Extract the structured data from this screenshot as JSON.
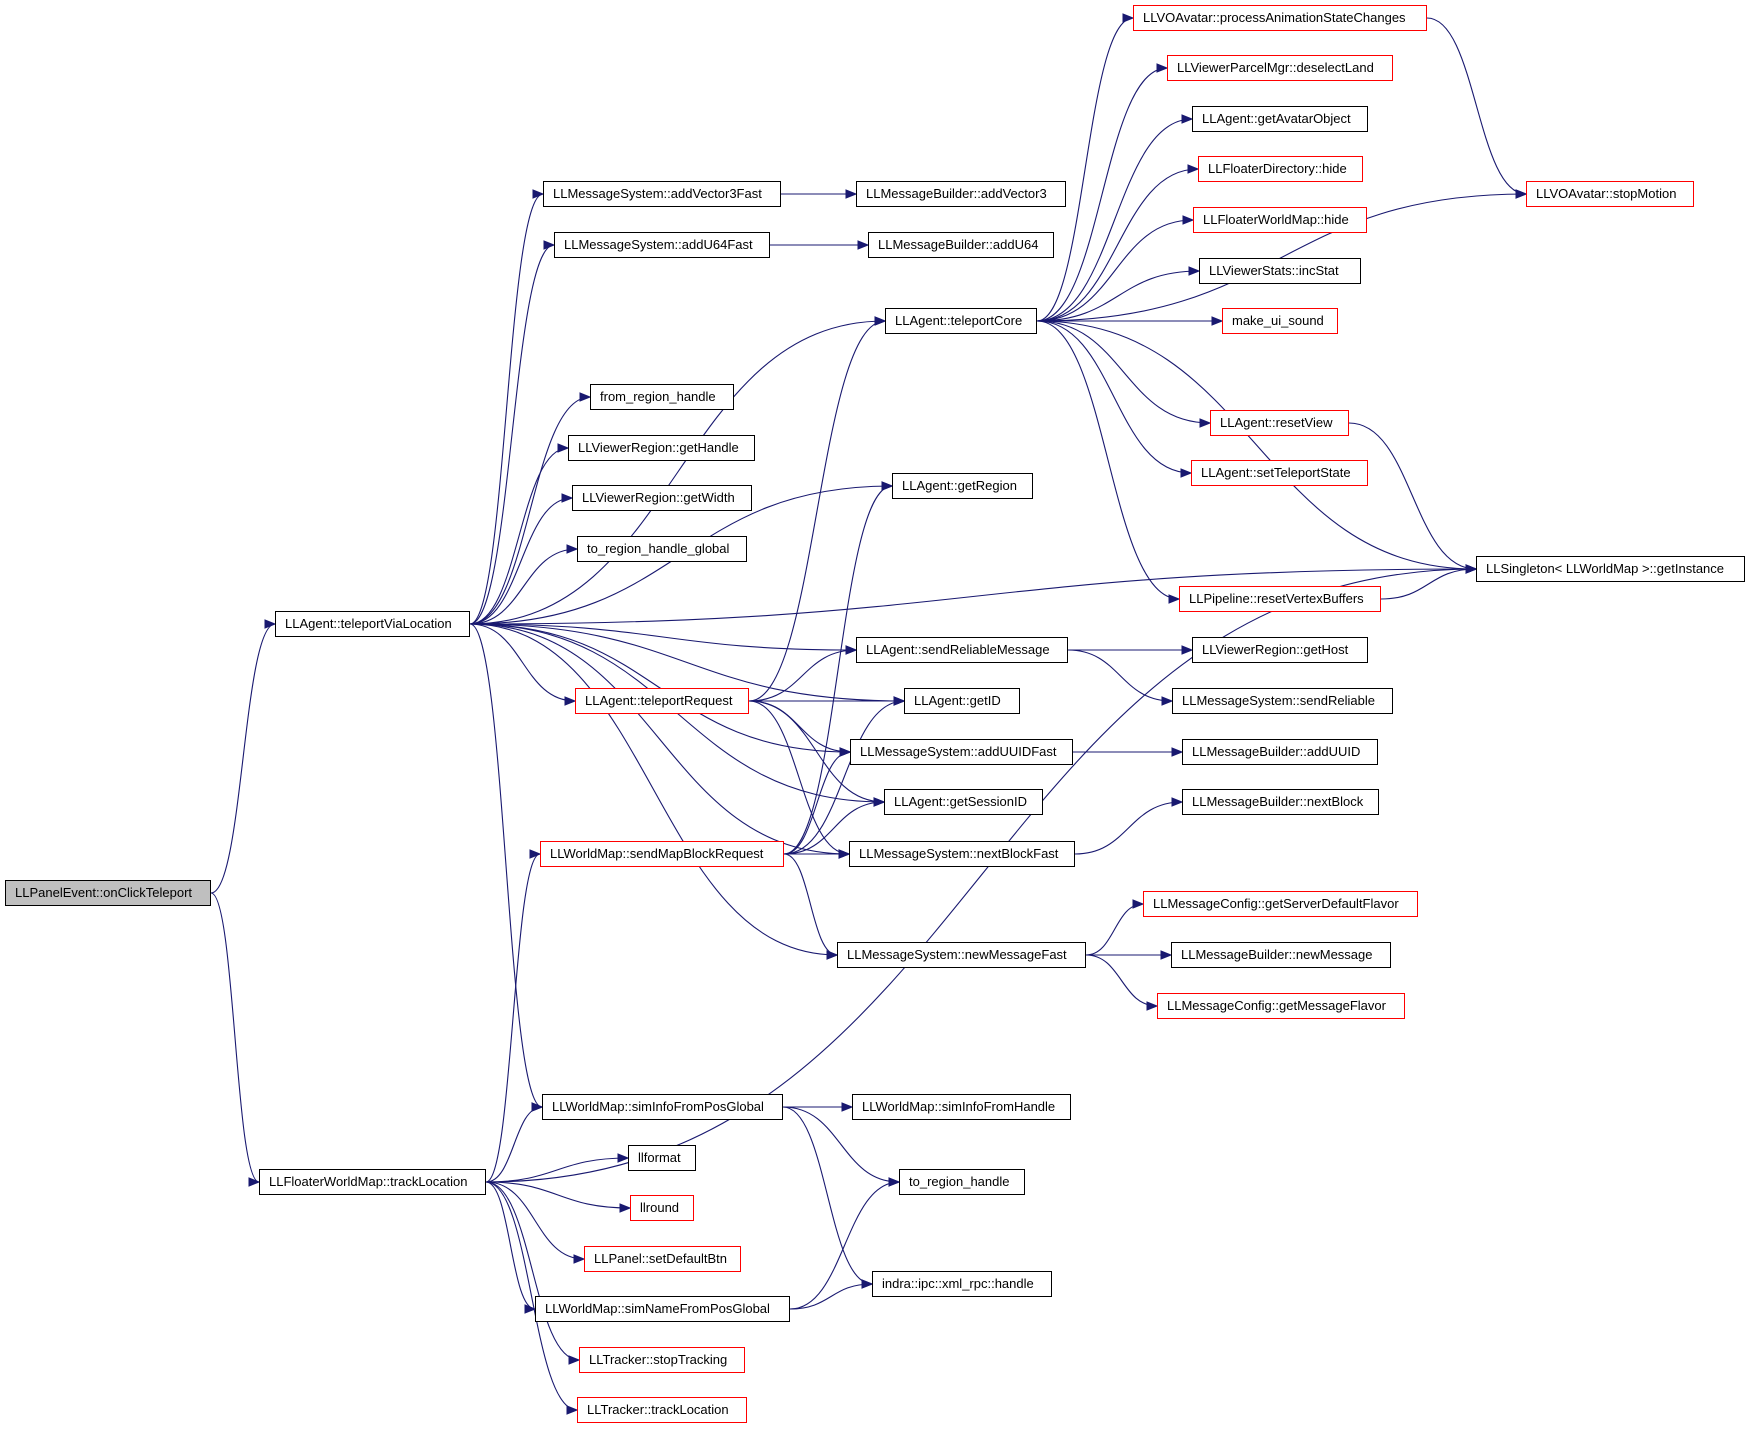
{
  "nodes": [
    {
      "id": "n_onClickTeleport",
      "label": "LLPanelEvent::onClickTeleport",
      "style": "root"
    },
    {
      "id": "n_teleportViaLocation",
      "label": "LLAgent::teleportViaLocation",
      "style": "black"
    },
    {
      "id": "n_trackLocation",
      "label": "LLFloaterWorldMap::trackLocation",
      "style": "black"
    },
    {
      "id": "n_addVector3Fast",
      "label": "LLMessageSystem::addVector3Fast",
      "style": "black"
    },
    {
      "id": "n_addU64Fast",
      "label": "LLMessageSystem::addU64Fast",
      "style": "black"
    },
    {
      "id": "n_from_region_handle",
      "label": "from_region_handle",
      "style": "black"
    },
    {
      "id": "n_getHandle",
      "label": "LLViewerRegion::getHandle",
      "style": "black"
    },
    {
      "id": "n_getWidth",
      "label": "LLViewerRegion::getWidth",
      "style": "black"
    },
    {
      "id": "n_to_region_handle_global",
      "label": "to_region_handle_global",
      "style": "black"
    },
    {
      "id": "n_teleportRequest",
      "label": "LLAgent::teleportRequest",
      "style": "red"
    },
    {
      "id": "n_sendMapBlockRequest",
      "label": "LLWorldMap::sendMapBlockRequest",
      "style": "red"
    },
    {
      "id": "n_simInfoFromPosGlobal",
      "label": "LLWorldMap::simInfoFromPosGlobal",
      "style": "black"
    },
    {
      "id": "n_llformat",
      "label": "llformat",
      "style": "black"
    },
    {
      "id": "n_llround",
      "label": "llround",
      "style": "red"
    },
    {
      "id": "n_setDefaultBtn",
      "label": "LLPanel::setDefaultBtn",
      "style": "red"
    },
    {
      "id": "n_simNameFromPosGlobal",
      "label": "LLWorldMap::simNameFromPosGlobal",
      "style": "black"
    },
    {
      "id": "n_stopTracking",
      "label": "LLTracker::stopTracking",
      "style": "red"
    },
    {
      "id": "n_trackerTrackLocation",
      "label": "LLTracker::trackLocation",
      "style": "red"
    },
    {
      "id": "n_addVector3",
      "label": "LLMessageBuilder::addVector3",
      "style": "black"
    },
    {
      "id": "n_addU64",
      "label": "LLMessageBuilder::addU64",
      "style": "black"
    },
    {
      "id": "n_teleportCore",
      "label": "LLAgent::teleportCore",
      "style": "black"
    },
    {
      "id": "n_getRegion",
      "label": "LLAgent::getRegion",
      "style": "black"
    },
    {
      "id": "n_sendReliableMessage",
      "label": "LLAgent::sendReliableMessage",
      "style": "black"
    },
    {
      "id": "n_getID",
      "label": "LLAgent::getID",
      "style": "black"
    },
    {
      "id": "n_addUUIDFast",
      "label": "LLMessageSystem::addUUIDFast",
      "style": "black"
    },
    {
      "id": "n_getSessionID",
      "label": "LLAgent::getSessionID",
      "style": "black"
    },
    {
      "id": "n_nextBlockFast",
      "label": "LLMessageSystem::nextBlockFast",
      "style": "black"
    },
    {
      "id": "n_newMessageFast",
      "label": "LLMessageSystem::newMessageFast",
      "style": "black"
    },
    {
      "id": "n_simInfoFromHandle",
      "label": "LLWorldMap::simInfoFromHandle",
      "style": "black"
    },
    {
      "id": "n_to_region_handle",
      "label": "to_region_handle",
      "style": "black"
    },
    {
      "id": "n_xml_rpc_handle",
      "label": "indra::ipc::xml_rpc::handle",
      "style": "black"
    },
    {
      "id": "n_processAnimationStateChanges",
      "label": "LLVOAvatar::processAnimationStateChanges",
      "style": "red"
    },
    {
      "id": "n_deselectLand",
      "label": "LLViewerParcelMgr::deselectLand",
      "style": "red"
    },
    {
      "id": "n_getAvatarObject",
      "label": "LLAgent::getAvatarObject",
      "style": "black"
    },
    {
      "id": "n_directoryHide",
      "label": "LLFloaterDirectory::hide",
      "style": "red"
    },
    {
      "id": "n_worldMapHide",
      "label": "LLFloaterWorldMap::hide",
      "style": "red"
    },
    {
      "id": "n_incStat",
      "label": "LLViewerStats::incStat",
      "style": "black"
    },
    {
      "id": "n_make_ui_sound",
      "label": "make_ui_sound",
      "style": "red"
    },
    {
      "id": "n_resetView",
      "label": "LLAgent::resetView",
      "style": "red"
    },
    {
      "id": "n_setTeleportState",
      "label": "LLAgent::setTeleportState",
      "style": "red"
    },
    {
      "id": "n_resetVertexBuffers",
      "label": "LLPipeline::resetVertexBuffers",
      "style": "red"
    },
    {
      "id": "n_getHost",
      "label": "LLViewerRegion::getHost",
      "style": "black"
    },
    {
      "id": "n_sendReliable",
      "label": "LLMessageSystem::sendReliable",
      "style": "black"
    },
    {
      "id": "n_addUUID",
      "label": "LLMessageBuilder::addUUID",
      "style": "black"
    },
    {
      "id": "n_nextBlock",
      "label": "LLMessageBuilder::nextBlock",
      "style": "black"
    },
    {
      "id": "n_getServerDefaultFlavor",
      "label": "LLMessageConfig::getServerDefaultFlavor",
      "style": "red"
    },
    {
      "id": "n_newMessage",
      "label": "LLMessageBuilder::newMessage",
      "style": "black"
    },
    {
      "id": "n_getMessageFlavor",
      "label": "LLMessageConfig::getMessageFlavor",
      "style": "red"
    },
    {
      "id": "n_stopMotion",
      "label": "LLVOAvatar::stopMotion",
      "style": "red"
    },
    {
      "id": "n_getInstance",
      "label": "LLSingleton< LLWorldMap >::getInstance",
      "style": "black"
    }
  ],
  "edges": [
    [
      "n_onClickTeleport",
      "n_teleportViaLocation"
    ],
    [
      "n_onClickTeleport",
      "n_trackLocation"
    ],
    [
      "n_teleportViaLocation",
      "n_addVector3Fast"
    ],
    [
      "n_teleportViaLocation",
      "n_addU64Fast"
    ],
    [
      "n_teleportViaLocation",
      "n_teleportCore"
    ],
    [
      "n_teleportViaLocation",
      "n_from_region_handle"
    ],
    [
      "n_teleportViaLocation",
      "n_getHandle"
    ],
    [
      "n_teleportViaLocation",
      "n_getWidth"
    ],
    [
      "n_teleportViaLocation",
      "n_to_region_handle_global"
    ],
    [
      "n_teleportViaLocation",
      "n_getRegion"
    ],
    [
      "n_teleportViaLocation",
      "n_sendReliableMessage"
    ],
    [
      "n_teleportViaLocation",
      "n_getID"
    ],
    [
      "n_teleportViaLocation",
      "n_teleportRequest"
    ],
    [
      "n_teleportViaLocation",
      "n_addUUIDFast"
    ],
    [
      "n_teleportViaLocation",
      "n_getSessionID"
    ],
    [
      "n_teleportViaLocation",
      "n_nextBlockFast"
    ],
    [
      "n_teleportViaLocation",
      "n_getInstance"
    ],
    [
      "n_teleportViaLocation",
      "n_newMessageFast"
    ],
    [
      "n_teleportViaLocation",
      "n_simInfoFromPosGlobal"
    ],
    [
      "n_trackLocation",
      "n_sendMapBlockRequest"
    ],
    [
      "n_trackLocation",
      "n_simInfoFromPosGlobal"
    ],
    [
      "n_trackLocation",
      "n_llformat"
    ],
    [
      "n_trackLocation",
      "n_llround"
    ],
    [
      "n_trackLocation",
      "n_setDefaultBtn"
    ],
    [
      "n_trackLocation",
      "n_simNameFromPosGlobal"
    ],
    [
      "n_trackLocation",
      "n_stopTracking"
    ],
    [
      "n_trackLocation",
      "n_trackerTrackLocation"
    ],
    [
      "n_trackLocation",
      "n_getInstance"
    ],
    [
      "n_addVector3Fast",
      "n_addVector3"
    ],
    [
      "n_addU64Fast",
      "n_addU64"
    ],
    [
      "n_teleportRequest",
      "n_teleportCore"
    ],
    [
      "n_teleportRequest",
      "n_sendReliableMessage"
    ],
    [
      "n_teleportRequest",
      "n_getID"
    ],
    [
      "n_teleportRequest",
      "n_addUUIDFast"
    ],
    [
      "n_teleportRequest",
      "n_getSessionID"
    ],
    [
      "n_teleportRequest",
      "n_nextBlockFast"
    ],
    [
      "n_sendMapBlockRequest",
      "n_getRegion"
    ],
    [
      "n_sendMapBlockRequest",
      "n_getID"
    ],
    [
      "n_sendMapBlockRequest",
      "n_addUUIDFast"
    ],
    [
      "n_sendMapBlockRequest",
      "n_getSessionID"
    ],
    [
      "n_sendMapBlockRequest",
      "n_nextBlockFast"
    ],
    [
      "n_sendMapBlockRequest",
      "n_newMessageFast"
    ],
    [
      "n_simInfoFromPosGlobal",
      "n_simInfoFromHandle"
    ],
    [
      "n_simInfoFromPosGlobal",
      "n_to_region_handle"
    ],
    [
      "n_simInfoFromPosGlobal",
      "n_xml_rpc_handle"
    ],
    [
      "n_simNameFromPosGlobal",
      "n_to_region_handle"
    ],
    [
      "n_simNameFromPosGlobal",
      "n_xml_rpc_handle"
    ],
    [
      "n_teleportCore",
      "n_processAnimationStateChanges"
    ],
    [
      "n_teleportCore",
      "n_deselectLand"
    ],
    [
      "n_teleportCore",
      "n_getAvatarObject"
    ],
    [
      "n_teleportCore",
      "n_directoryHide"
    ],
    [
      "n_teleportCore",
      "n_worldMapHide"
    ],
    [
      "n_teleportCore",
      "n_incStat"
    ],
    [
      "n_teleportCore",
      "n_make_ui_sound"
    ],
    [
      "n_teleportCore",
      "n_stopMotion"
    ],
    [
      "n_teleportCore",
      "n_resetView"
    ],
    [
      "n_teleportCore",
      "n_setTeleportState"
    ],
    [
      "n_teleportCore",
      "n_getInstance"
    ],
    [
      "n_teleportCore",
      "n_resetVertexBuffers"
    ],
    [
      "n_sendReliableMessage",
      "n_getHost"
    ],
    [
      "n_sendReliableMessage",
      "n_sendReliable"
    ],
    [
      "n_addUUIDFast",
      "n_addUUID"
    ],
    [
      "n_nextBlockFast",
      "n_nextBlock"
    ],
    [
      "n_newMessageFast",
      "n_getServerDefaultFlavor"
    ],
    [
      "n_newMessageFast",
      "n_newMessage"
    ],
    [
      "n_newMessageFast",
      "n_getMessageFlavor"
    ],
    [
      "n_processAnimationStateChanges",
      "n_stopMotion"
    ],
    [
      "n_resetView",
      "n_getInstance"
    ],
    [
      "n_resetVertexBuffers",
      "n_getInstance"
    ]
  ]
}
